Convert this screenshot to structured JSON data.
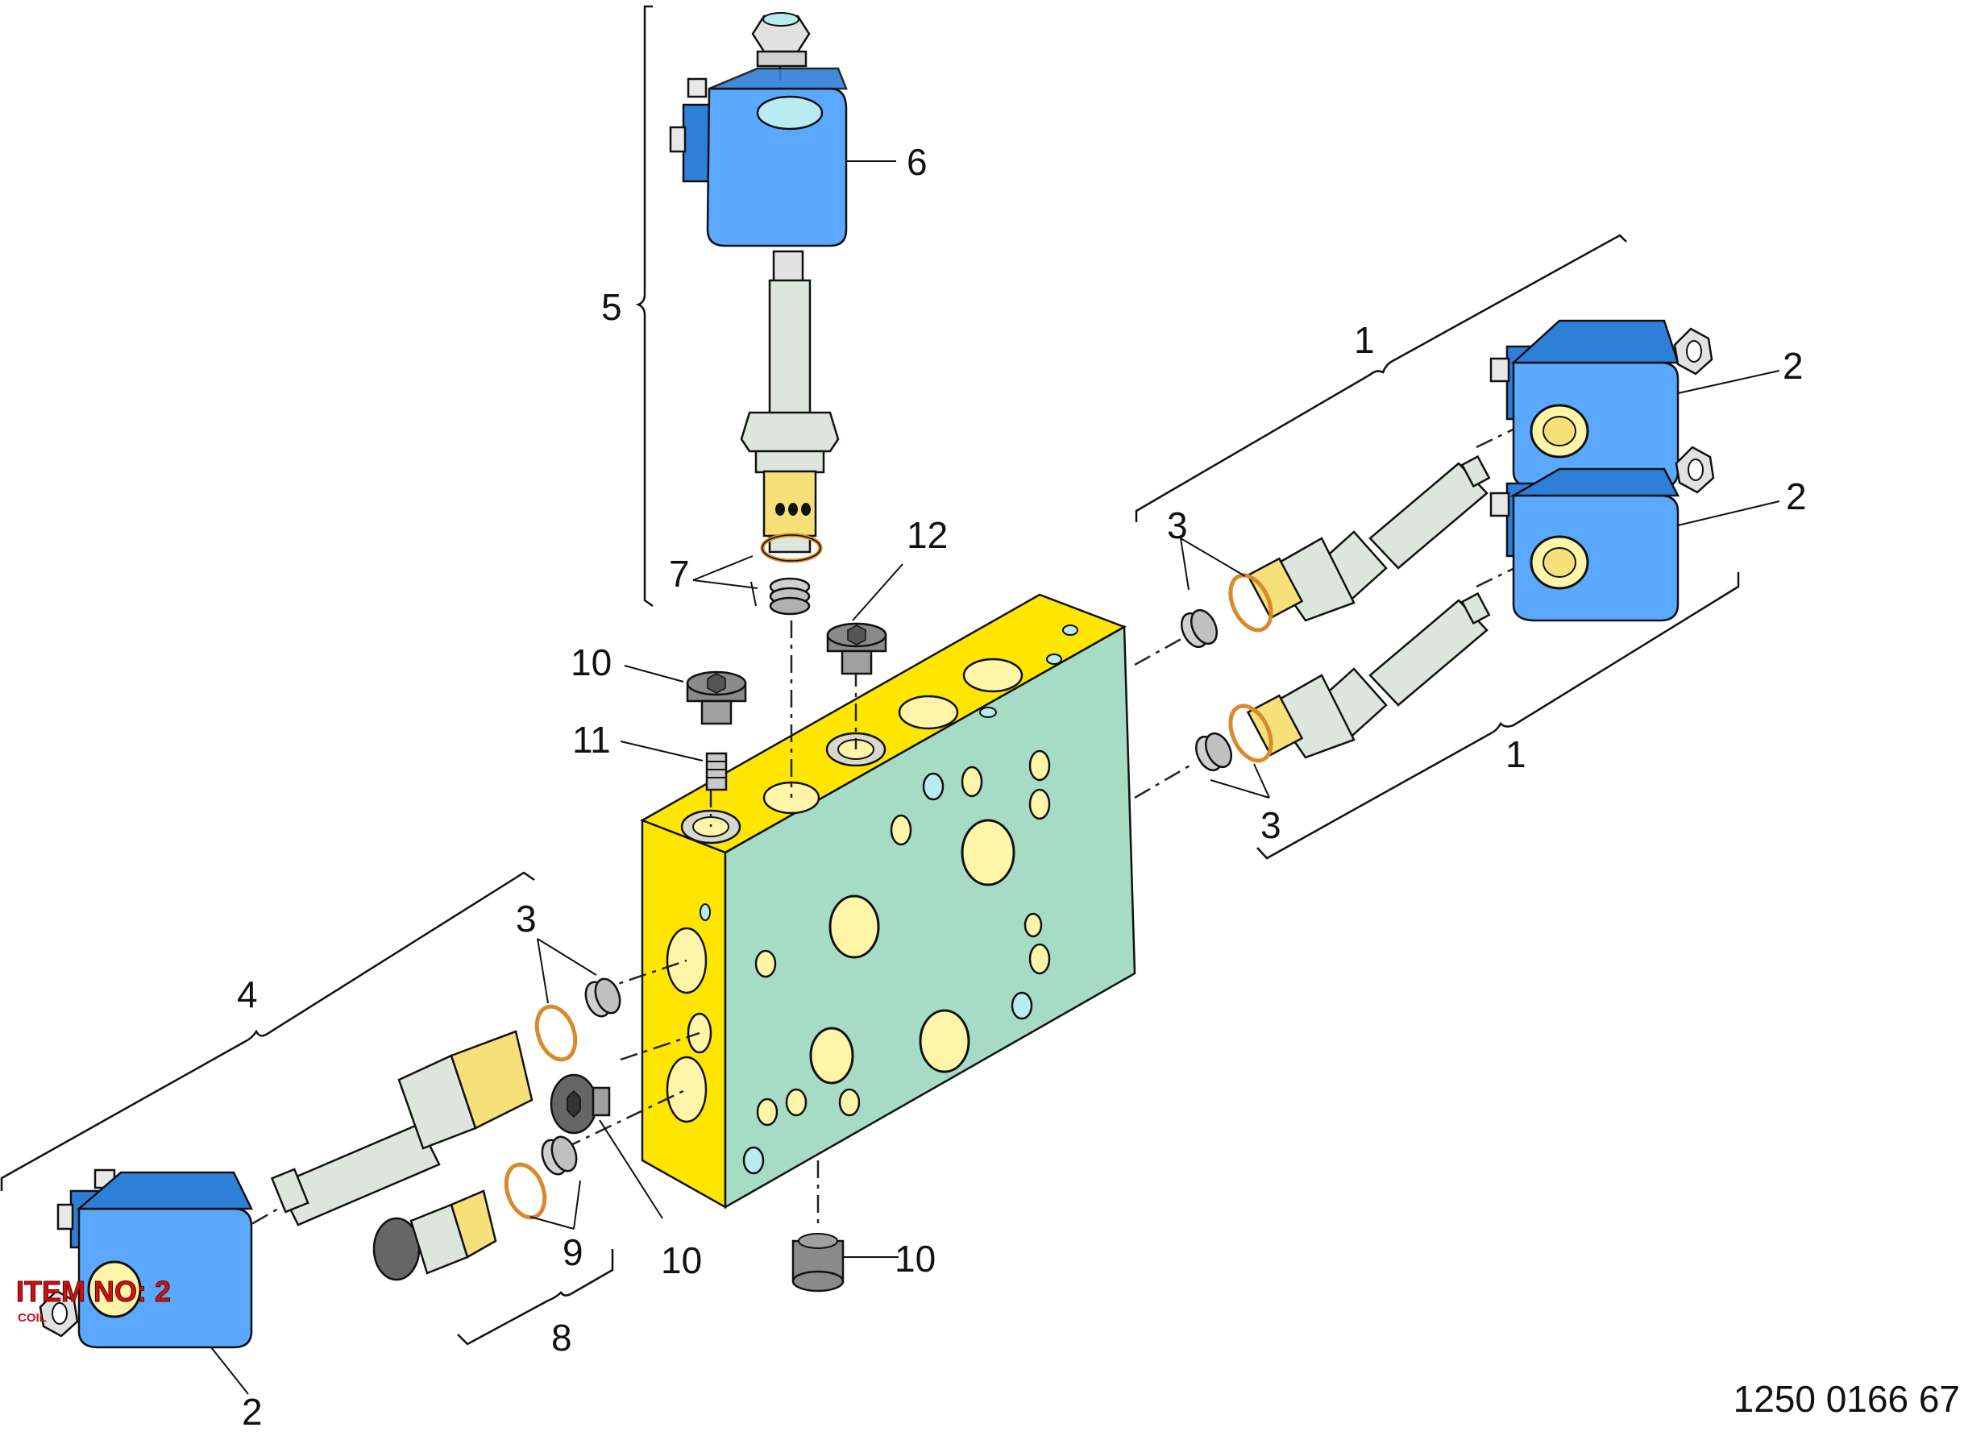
{
  "document_number": "1250 0166 67",
  "item_marker": {
    "label": "ITEM NO: 2",
    "sublabel": "COIL"
  },
  "callouts": {
    "c1_upper": "1",
    "c1_lower": "1",
    "c2_top": "2",
    "c2_mid": "2",
    "c2_left": "2",
    "c3_upper_right": "3",
    "c3_lower_right": "3",
    "c3_left": "3",
    "c4": "4",
    "c5": "5",
    "c6": "6",
    "c7": "7",
    "c8": "8",
    "c9": "9",
    "c10_top": "10",
    "c10_mid": "10",
    "c10_bottom": "10",
    "c11": "11",
    "c12": "12"
  },
  "colors": {
    "manifold_face": "#a6dcc6",
    "manifold_top": "#ffe600",
    "manifold_side": "#ffe600",
    "coil": "#5aa8ff",
    "coil_dark": "#2e7fd8",
    "cartridge_body": "#dde6dc",
    "brass": "#f5e07a",
    "oring": "#d88a2a",
    "plug": "#8a8a8a",
    "port_hole": "#fff5a8",
    "small_hole": "#b8ecf0",
    "item_marker": "#c81414"
  }
}
